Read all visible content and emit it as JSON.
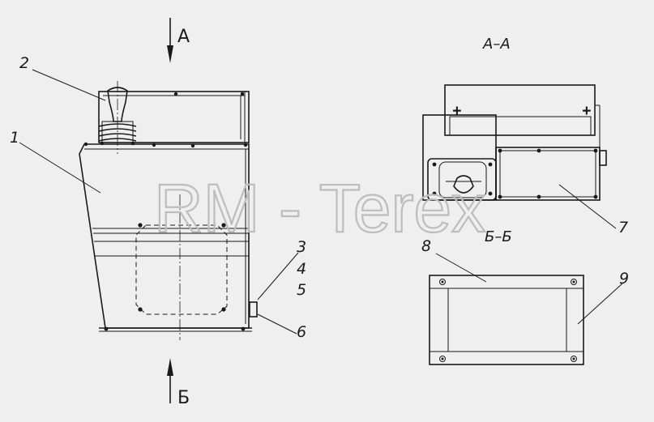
{
  "view_labels": {
    "view_a": "А",
    "view_b": "Б",
    "section_aa": "А–А",
    "section_bb": "Б–Б"
  },
  "callouts": [
    "1",
    "2",
    "3",
    "4",
    "5",
    "6",
    "7",
    "8",
    "9"
  ],
  "watermark": "RM - Terex"
}
